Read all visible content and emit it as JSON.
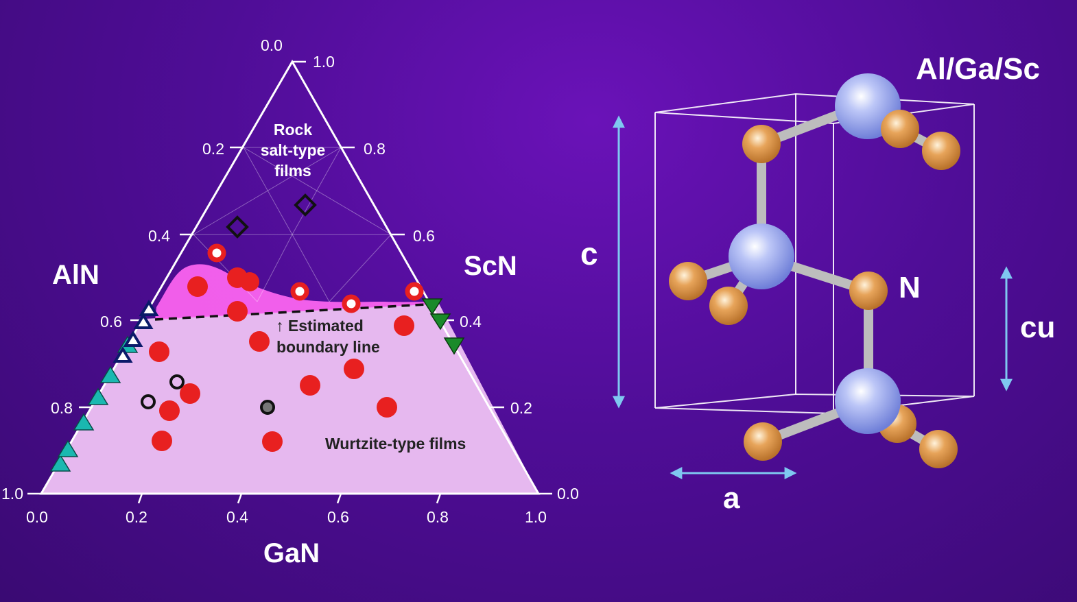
{
  "ternary": {
    "corner_labels": {
      "left": "AlN",
      "right": "ScN",
      "bottom": "GaN"
    },
    "left_ticks": [
      "1.0",
      "0.8",
      "0.6",
      "0.4",
      "0.2",
      "0.0"
    ],
    "right_ticks": [
      "1.0",
      "0.8",
      "0.6",
      "0.4",
      "0.2",
      "0.0"
    ],
    "bottom_ticks": [
      "0.0",
      "0.2",
      "0.4",
      "0.6",
      "0.8",
      "1.0"
    ],
    "region_labels": {
      "rock_salt": [
        "Rock",
        "salt-type",
        "films"
      ],
      "wurtzite": "Wurtzite-type films",
      "boundary": [
        "↑ Estimated",
        "boundary line"
      ]
    },
    "colors": {
      "rock_salt_region": "#ff66f2",
      "wurtzite_region": "#e6b8ef",
      "red_point": "#e82020",
      "teal_triangle": "#1ab8b0",
      "green_triangle": "#1a8a2a",
      "navy_triangle": "#0b1a6a"
    }
  },
  "crystal": {
    "labels": {
      "metal": "Al/Ga/Sc",
      "nitrogen": "N",
      "c_axis": "c",
      "a_axis": "a",
      "cu": "cu"
    },
    "colors": {
      "metal_atom": "#9aa8ee",
      "n_atom": "#e09a4a",
      "bond": "#bdbdbd",
      "arrow": "#7fc8f0",
      "cell": "#ffffff"
    }
  }
}
